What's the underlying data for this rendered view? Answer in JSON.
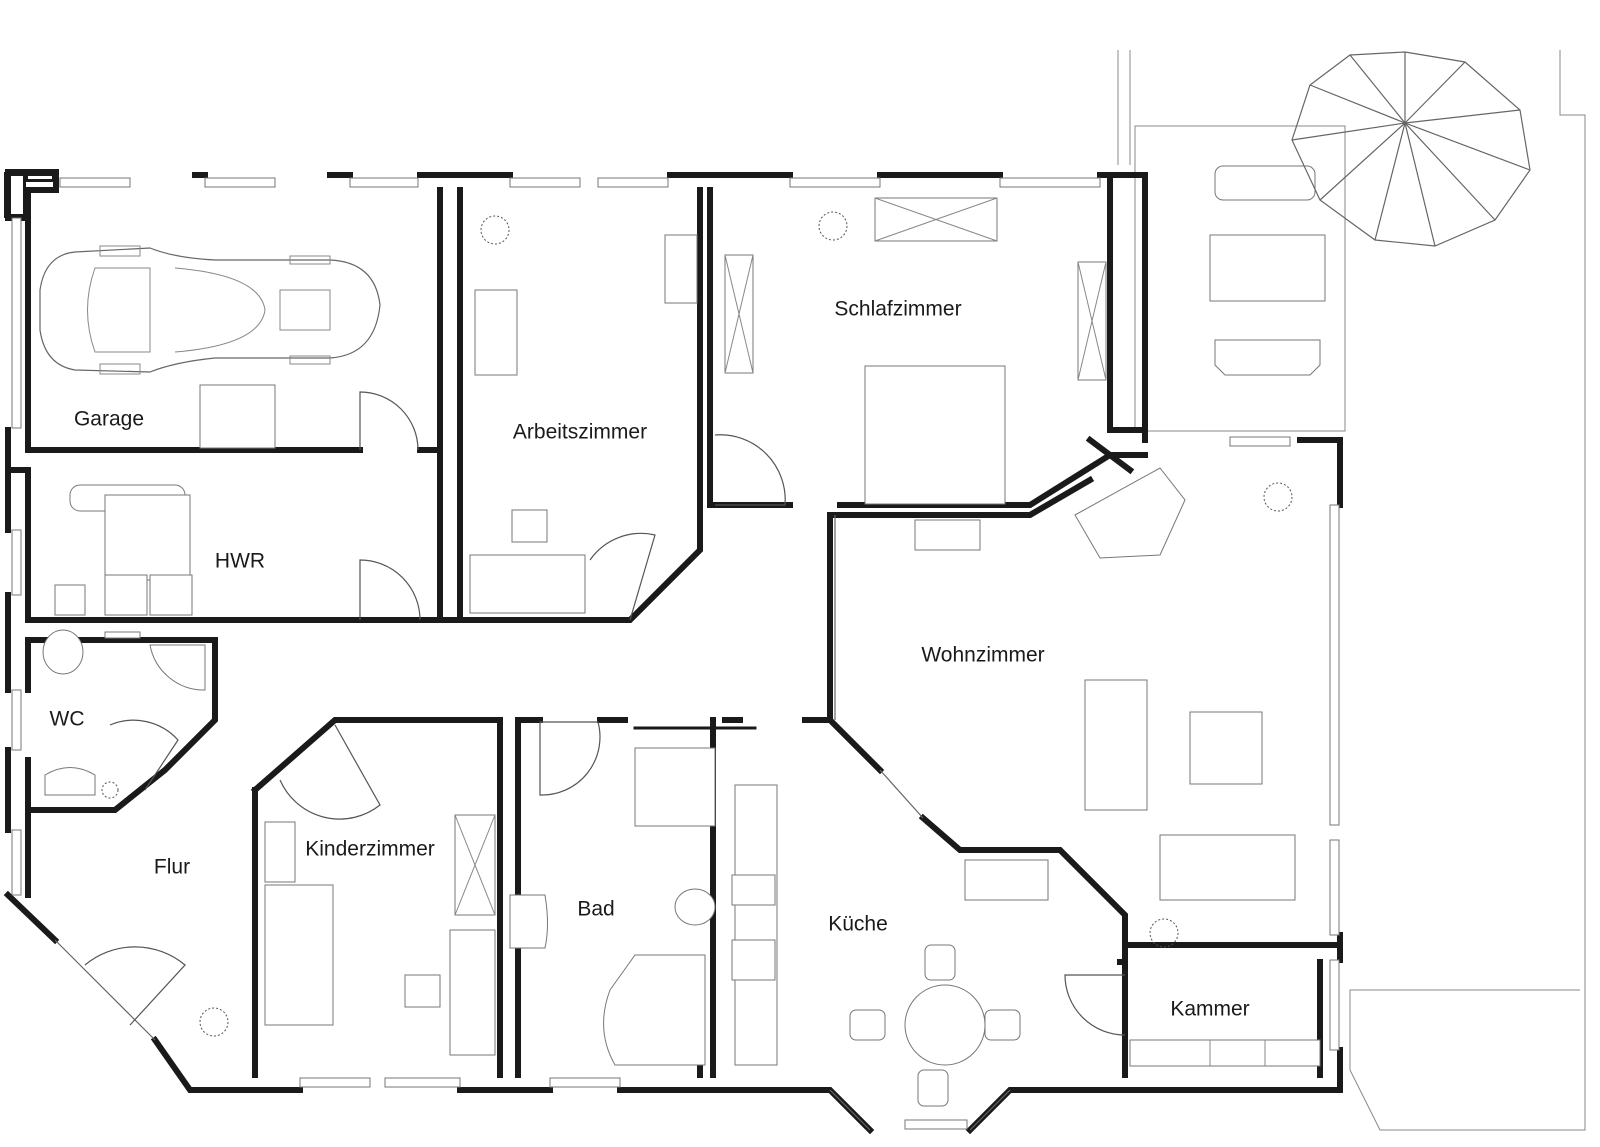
{
  "rooms": {
    "garage": "Garage",
    "hwr": "HWR",
    "wc": "WC",
    "flur": "Flur",
    "arbeitszimmer": "Arbeitszimmer",
    "schlafzimmer": "Schlafzimmer",
    "wohnzimmer": "Wohnzimmer",
    "kinderzimmer": "Kinderzimmer",
    "bad": "Bad",
    "kueche": "Küche",
    "kammer": "Kammer"
  }
}
